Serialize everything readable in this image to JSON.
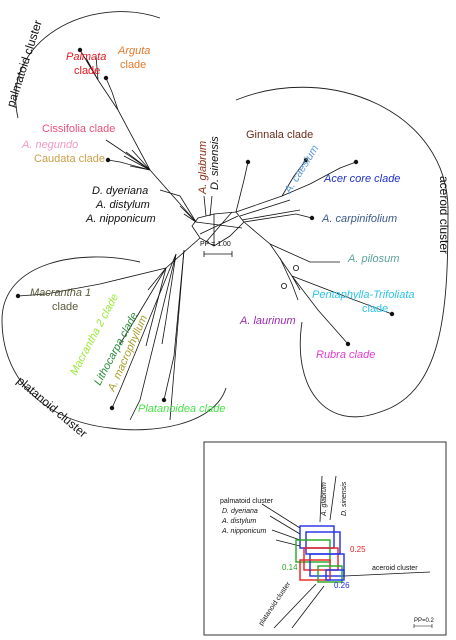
{
  "clusters": {
    "palmatoid": "palmatoid cluster",
    "aceroid": "aceroid cluster",
    "platanoid": "platanoid cluster"
  },
  "labels": {
    "palmata": "Palmata",
    "palmata_clade": "clade",
    "arguta": "Arguta",
    "arguta_clade": "clade",
    "cissifolia": "Cissifolia clade",
    "negundo": "A. negundo",
    "caudata": "Caudata clade",
    "dyeriana": "D. dyeriana",
    "distylum": "A. distylum",
    "nipponicum": "A. nipponicum",
    "glabrum": "A. glabrum",
    "sinensis": "D. sinensis",
    "ginnala": "Ginnala clade",
    "caesium": "A. caesium",
    "acer_core": "Acer core clade",
    "carpinifolium": "A. carpinifolium",
    "pilosum": "A. pilosum",
    "pentaphylla_1": "Pentaphylla-Trifoliata",
    "pentaphylla_2": "clade",
    "laurinum": "A. laurinum",
    "rubra": "Rubra clade",
    "macrantha1_1": "Macrantha 1",
    "macrantha1_2": "clade",
    "macrantha2": "Macrantha 2 clade",
    "lithocarpa": "Lithocarpa clade",
    "macrophyllum": "A. macrophyllum",
    "platanoidea": "Platanoidea clade",
    "scale": "PP = 1.00"
  },
  "inset": {
    "palmatoid": "palmatoid cluster",
    "dyeriana": "D. dyeriana",
    "distylum": "A. distylum",
    "nipponicum": "A. nipponicum",
    "glabrum": "A. glabrum",
    "sinensis": "D. sinensis",
    "aceroid": "aceroid cluster",
    "platanoid": "platanoid cluster",
    "v014": "0.14",
    "v025": "0.25",
    "v026": "0.26",
    "scale": "PP=0.2"
  },
  "colors": {
    "palmata": "#e8151a",
    "arguta": "#e07a2c",
    "cissifolia": "#e8527a",
    "negundo": "#f29ac4",
    "caudata": "#caa04a",
    "glabrum": "#8b2e14",
    "ginnala": "#6b2a1a",
    "caesium": "#5a9ad6",
    "acer_core": "#1f2fc8",
    "carpinifolium": "#3a5a8a",
    "pilosum": "#5aa09a",
    "pentaphylla": "#2ec4e6",
    "laurinum": "#9a2ab0",
    "rubra": "#e23ad2",
    "macrantha1": "#5a5a3a",
    "macrantha2": "#9ce83a",
    "lithocarpa": "#2a8a3a",
    "macrophyllum": "#a8a02a",
    "platanoidea": "#4ae24a",
    "inset_green": "#22a822",
    "inset_red": "#e81e1e",
    "inset_blue": "#1e2ee8"
  }
}
